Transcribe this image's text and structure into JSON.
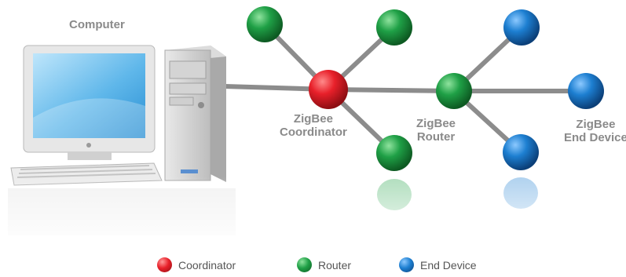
{
  "labels": {
    "computer": "Computer",
    "coordinator": "ZigBee\nCoordinator",
    "router": "ZigBee\nRouter",
    "end_device": "ZigBee\nEnd Device"
  },
  "legend": [
    {
      "label": "Coordinator",
      "color": "#e8202a"
    },
    {
      "label": "Router",
      "color": "#1fa046"
    },
    {
      "label": "End Device",
      "color": "#1d7fd1"
    }
  ],
  "colors": {
    "coordinator": "#e8202a",
    "router": "#1fa046",
    "end_device": "#1d7fd1",
    "link": "#8c8c8c"
  }
}
